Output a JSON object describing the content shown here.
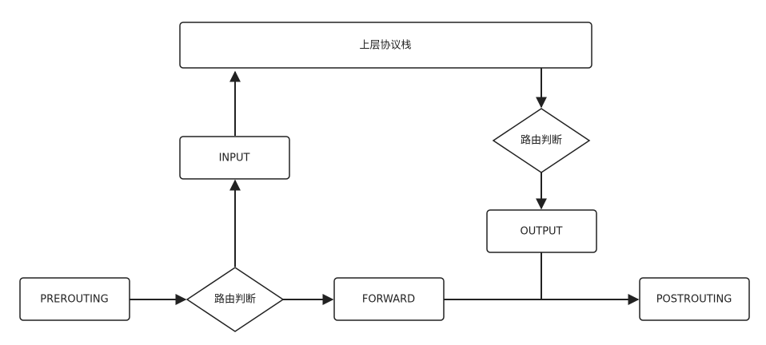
{
  "diagram": {
    "nodes": {
      "upper_stack": "上层协议栈",
      "route_decision_top": "路由判断",
      "input": "INPUT",
      "output": "OUTPUT",
      "prerouting": "PREROUTING",
      "route_decision_bottom": "路由判断",
      "forward": "FORWARD",
      "postrouting": "POSTROUTING"
    },
    "edges": [
      {
        "from": "prerouting",
        "to": "route_decision_bottom"
      },
      {
        "from": "route_decision_bottom",
        "to": "input"
      },
      {
        "from": "input",
        "to": "upper_stack"
      },
      {
        "from": "route_decision_bottom",
        "to": "forward"
      },
      {
        "from": "forward",
        "to": "postrouting"
      },
      {
        "from": "upper_stack",
        "to": "route_decision_top"
      },
      {
        "from": "route_decision_top",
        "to": "output"
      },
      {
        "from": "output",
        "to": "postrouting"
      }
    ],
    "colors": {
      "stroke": "#222222",
      "fill": "#ffffff",
      "text": "#222222"
    }
  }
}
